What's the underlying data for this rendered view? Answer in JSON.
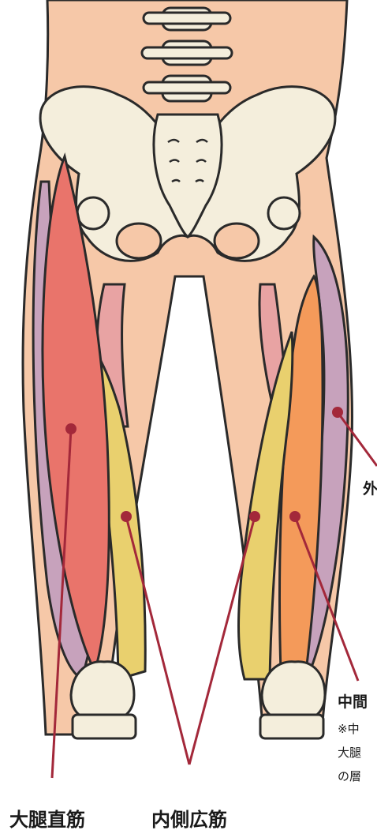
{
  "labels": {
    "rectus_femoris": "大腿直筋",
    "vastus_medialis": "内側広筋",
    "vastus_lateralis_partial": "外",
    "vastus_intermedius_partial": "中間",
    "note_line1": "※中",
    "note_line2": "大腿",
    "note_line3": "の層"
  },
  "colors": {
    "skin": "#F6C8A8",
    "bone": "#F4EEDC",
    "rectus_femoris": "#E9746B",
    "vastus_lateralis": "#C7A2BC",
    "vastus_intermedius": "#F49A5A",
    "vastus_medialis": "#E9D06E",
    "sartorius": "#E8A3A3",
    "leader_line": "#A3283A",
    "outline": "#2a2a2a"
  }
}
